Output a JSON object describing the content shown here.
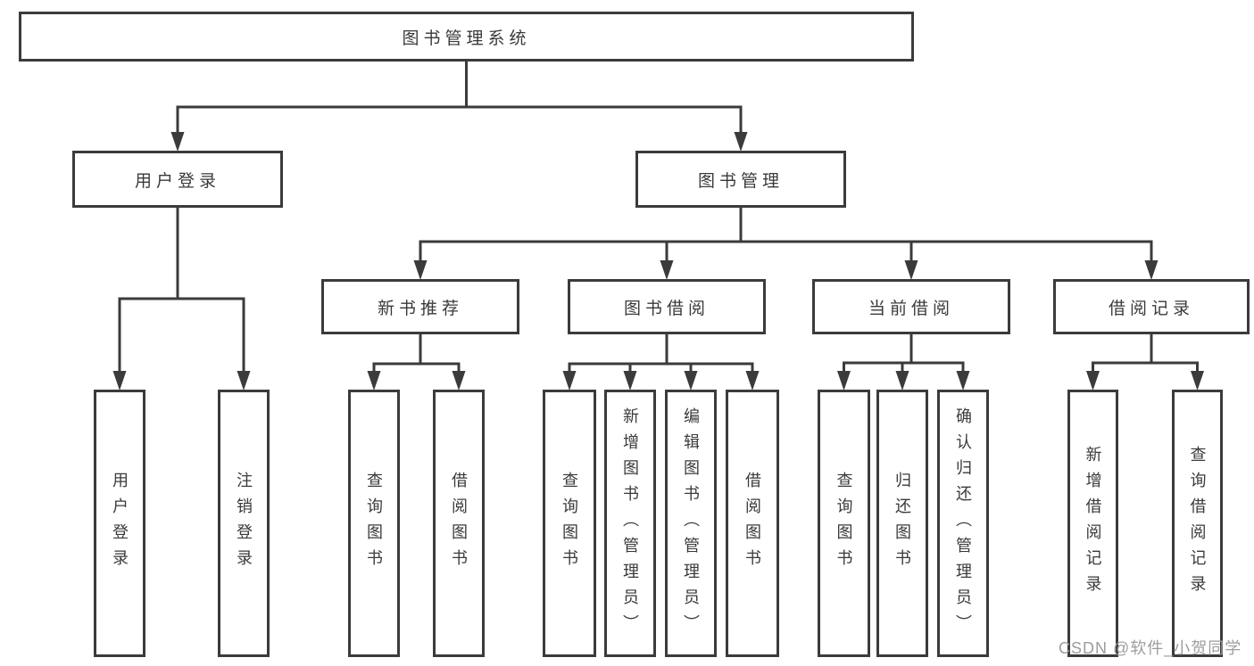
{
  "diagram": {
    "watermark": "CSDN @软件_小贺同学",
    "colors": {
      "line": "#3b3b3b",
      "box_border": "#3b3b3b",
      "box_fill": "#ffffff",
      "text": "#3a3a3a",
      "watermark": "#9d9d9d",
      "background": "#ffffff"
    },
    "nodes": [
      {
        "id": "root",
        "label": "图书管理系统",
        "parent": null
      },
      {
        "id": "login",
        "label": "用户登录",
        "parent": "root"
      },
      {
        "id": "mgmt",
        "label": "图书管理",
        "parent": "root"
      },
      {
        "id": "newbook",
        "label": "新书推荐",
        "parent": "mgmt"
      },
      {
        "id": "borrow",
        "label": "图书借阅",
        "parent": "mgmt"
      },
      {
        "id": "current",
        "label": "当前借阅",
        "parent": "mgmt"
      },
      {
        "id": "records",
        "label": "借阅记录",
        "parent": "mgmt"
      },
      {
        "id": "login-user",
        "label": "用户登录",
        "parent": "login"
      },
      {
        "id": "login-logout",
        "label": "注销登录",
        "parent": "login"
      },
      {
        "id": "newbook-query",
        "label": "查询图书",
        "parent": "newbook"
      },
      {
        "id": "newbook-borrow",
        "label": "借阅图书",
        "parent": "newbook"
      },
      {
        "id": "borrow-query",
        "label": "查询图书",
        "parent": "borrow"
      },
      {
        "id": "borrow-add",
        "label": "新增图书（管理员）",
        "parent": "borrow"
      },
      {
        "id": "borrow-edit",
        "label": "编辑图书（管理员）",
        "parent": "borrow"
      },
      {
        "id": "borrow-borrow",
        "label": "借阅图书",
        "parent": "borrow"
      },
      {
        "id": "current-query",
        "label": "查询图书",
        "parent": "current"
      },
      {
        "id": "current-return",
        "label": "归还图书",
        "parent": "current"
      },
      {
        "id": "current-confirm",
        "label": "确认归还（管理员）",
        "parent": "current"
      },
      {
        "id": "records-add",
        "label": "新增借阅记录",
        "parent": "records"
      },
      {
        "id": "records-query",
        "label": "查询借阅记录",
        "parent": "records"
      }
    ]
  }
}
